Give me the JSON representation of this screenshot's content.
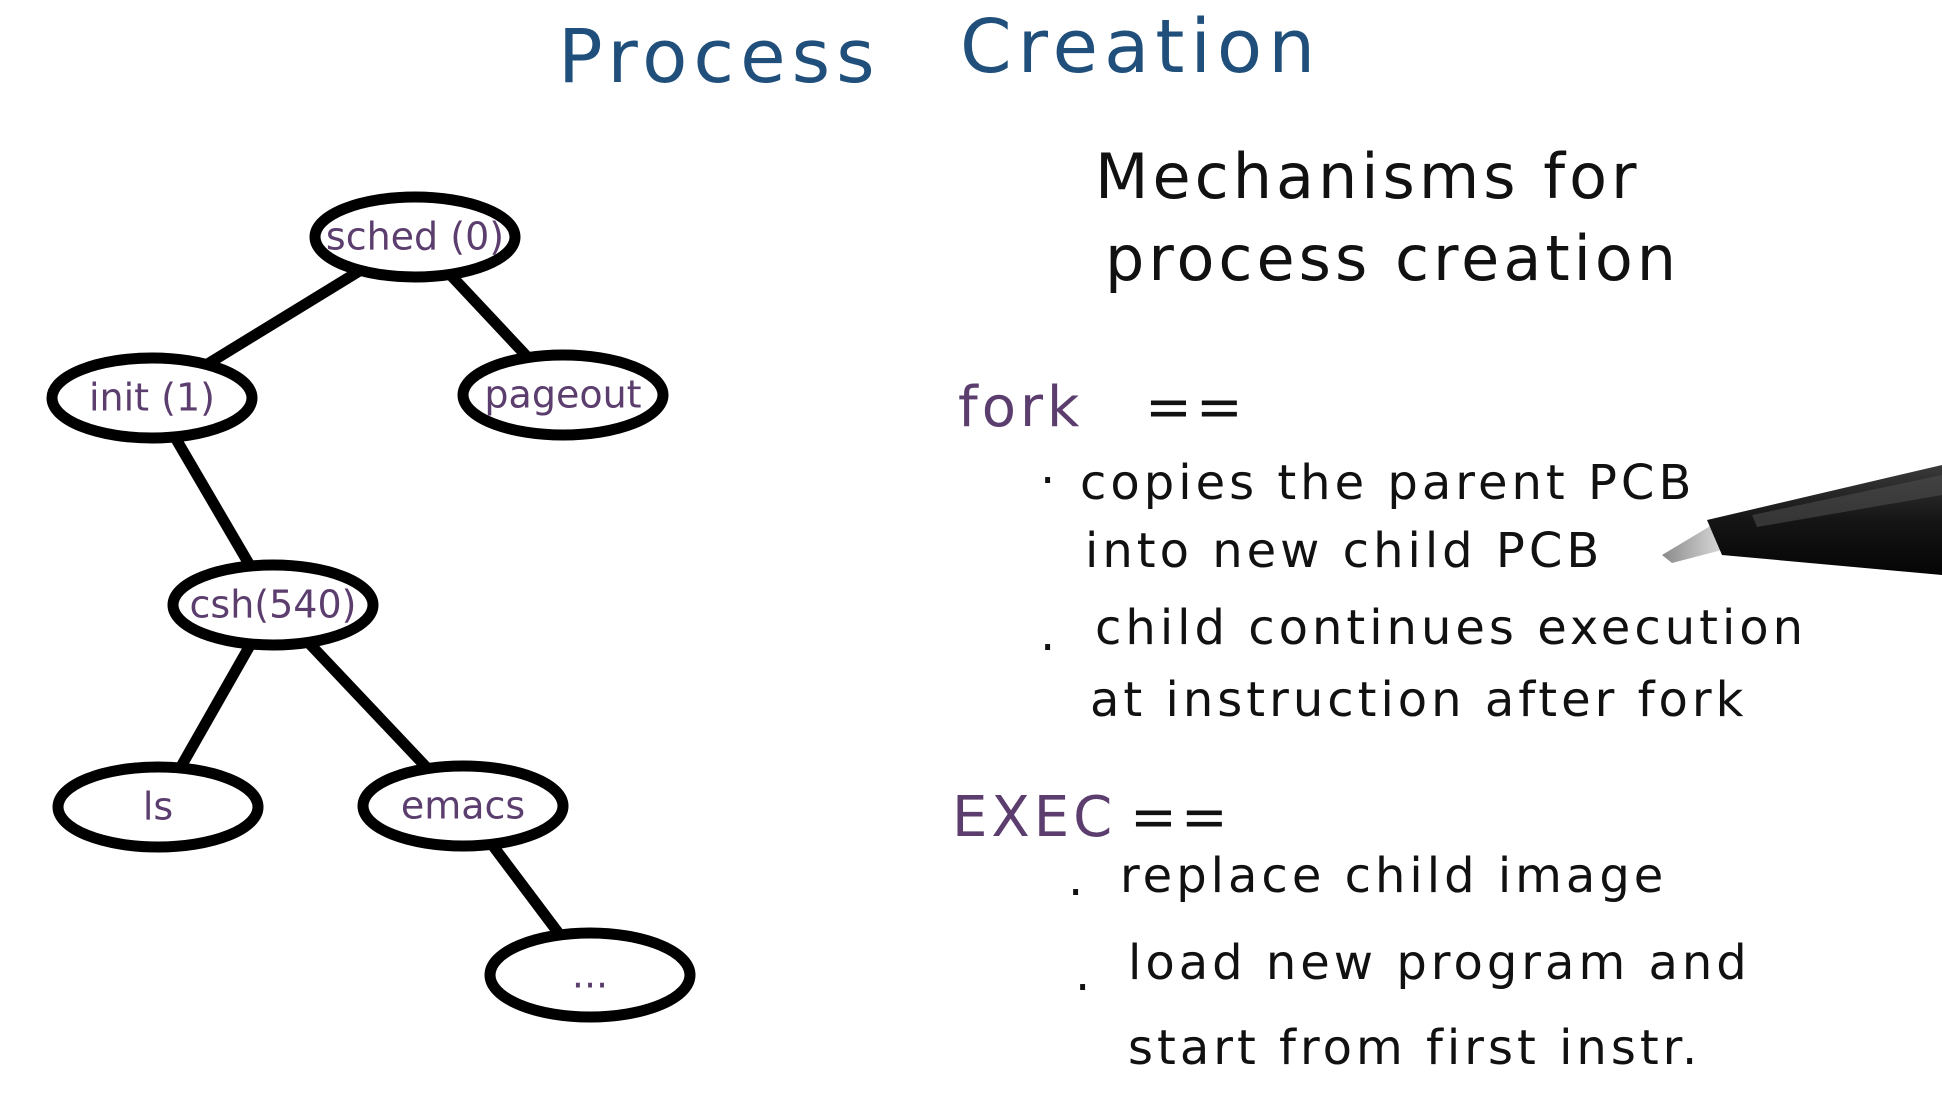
{
  "title": {
    "word1": "Process",
    "word2": "Creation"
  },
  "tree": {
    "nodes": [
      {
        "id": "sched",
        "label": "sched (0)"
      },
      {
        "id": "init",
        "label": "init (1)"
      },
      {
        "id": "pageout",
        "label": "pageout"
      },
      {
        "id": "csh",
        "label": "csh(540)"
      },
      {
        "id": "ls",
        "label": "ls"
      },
      {
        "id": "emacs",
        "label": "emacs"
      },
      {
        "id": "more",
        "label": "..."
      }
    ],
    "edges": [
      [
        "sched",
        "init"
      ],
      [
        "sched",
        "pageout"
      ],
      [
        "init",
        "csh"
      ],
      [
        "csh",
        "ls"
      ],
      [
        "csh",
        "emacs"
      ],
      [
        "emacs",
        "more"
      ]
    ]
  },
  "notes": {
    "heading_line1": "Mechanisms for",
    "heading_line2": "process creation",
    "fork_label": "fork",
    "fork_eq": "==",
    "fork_b1_line1": "copies the parent PCB",
    "fork_b1_line2": "into new child PCB",
    "fork_b2_line1": "child continues execution",
    "fork_b2_line2": "at instruction after fork",
    "exec_label": "EXEC",
    "exec_eq": "==",
    "exec_b1": "replace child image",
    "exec_b2_line1": "load new program and",
    "exec_b2_line2": "start from first instr.",
    "bullet_char": "·"
  },
  "colors": {
    "title": "#1f4f7a",
    "label_purple": "#5b3d6e",
    "ink": "#111111"
  }
}
